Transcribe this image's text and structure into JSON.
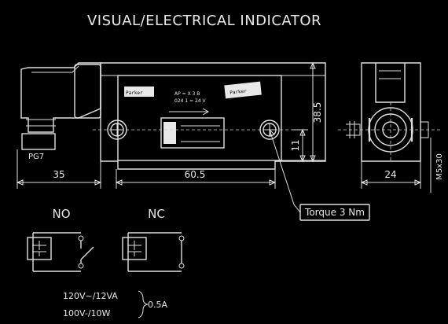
{
  "title": "VISUAL/ELECTRICAL INDICATOR",
  "front_view": {
    "brand_left": "Parker",
    "brand_right": "Parker",
    "conduit_label": "PG7",
    "plate_line1": "AP = X 3 B",
    "plate_line2": "024 1 = 24 V"
  },
  "dimensions": {
    "width_left": "35",
    "width_main": "60.5",
    "height_total": "38.5",
    "height_mount": "11",
    "width_side": "24",
    "thread": "M5x30"
  },
  "callout": "Torque 3 Nm",
  "schematics": {
    "no_label": "NO",
    "nc_label": "NC"
  },
  "ratings": {
    "line1": "120V~/12VA",
    "line2": "100V-/10W",
    "current": "0.5A"
  }
}
